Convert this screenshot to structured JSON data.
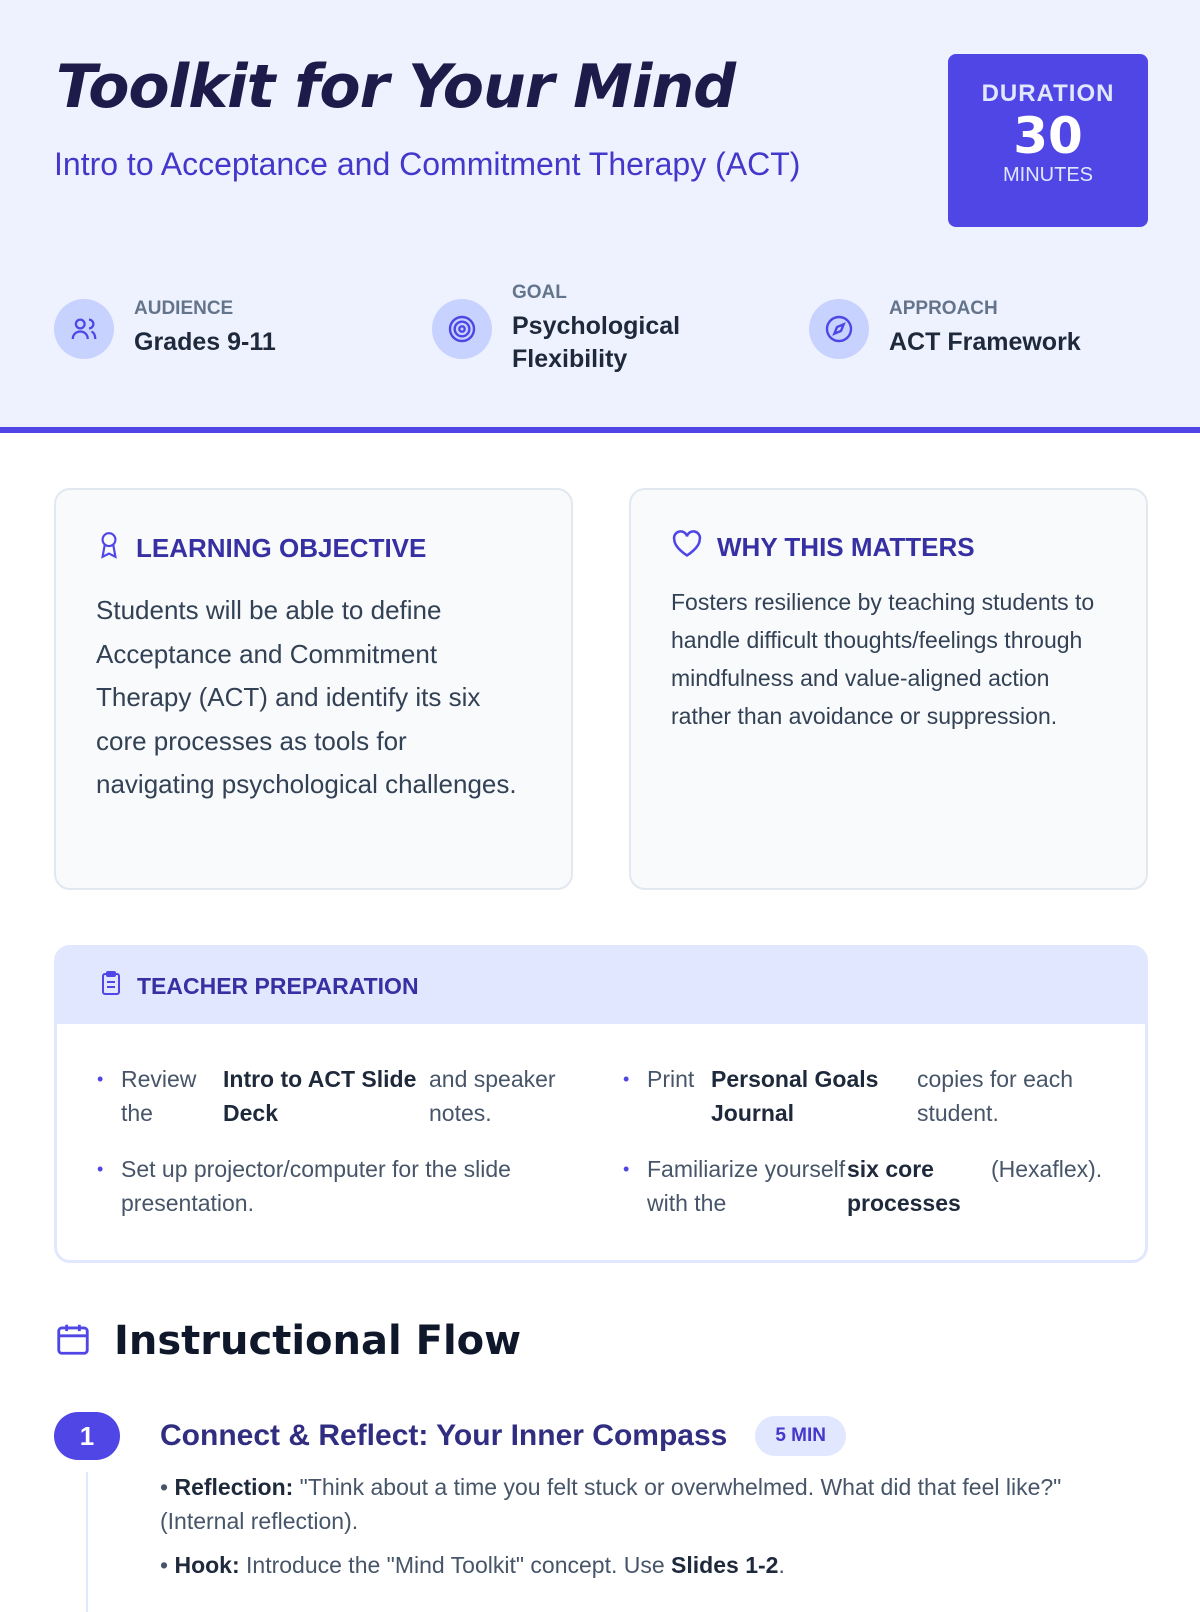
{
  "header": {
    "title": "Toolkit for Your Mind",
    "subtitle": "Intro to Acceptance and Commitment Therapy (ACT)",
    "duration": {
      "label": "DURATION",
      "value": "30",
      "unit": "MINUTES"
    },
    "meta": [
      {
        "icon": "users-icon",
        "label": "AUDIENCE",
        "value": "Grades 9-11"
      },
      {
        "icon": "target-icon",
        "label": "GOAL",
        "value": "Psychological Flexibility"
      },
      {
        "icon": "compass-icon",
        "label": "APPROACH",
        "value": "ACT Framework"
      }
    ]
  },
  "objective": {
    "icon": "award-icon",
    "title": "LEARNING OBJECTIVE",
    "text": "Students will be able to define Acceptance and Commitment Therapy (ACT) and identify its six core processes as tools for navigating psychological challenges."
  },
  "why": {
    "icon": "heart-icon",
    "title": "WHY THIS MATTERS",
    "text": "Fosters resilience by teaching students to handle difficult thoughts/feelings through mindfulness and value-aligned action rather than avoidance or suppression."
  },
  "prep": {
    "icon": "clipboard-icon",
    "title": "TEACHER PREPARATION",
    "items": [
      {
        "pre": "Review the",
        "bold": "Intro to ACT Slide Deck",
        "post": "and speaker notes."
      },
      {
        "pre": "Print",
        "bold": "Personal Goals Journal",
        "post": "copies for each student."
      },
      {
        "pre": "Set up projector/computer for the slide presentation.",
        "bold": "",
        "post": ""
      },
      {
        "pre": "Familiarize yourself with the",
        "bold": "six core processes",
        "post": "(Hexaflex)."
      }
    ]
  },
  "flow": {
    "icon": "calendar-icon",
    "title": "Instructional Flow",
    "steps": [
      {
        "num": "1",
        "title": "Connect & Reflect: Your Inner Compass",
        "badge": "5 MIN",
        "b1_label": "Reflection:",
        "b1_text": " \"Think about a time you felt stuck or overwhelmed. What did that feel like?\" (Internal reflection).",
        "b2_label": "Hook:",
        "b2_text": " Introduce the \"Mind Toolkit\" concept. Use ",
        "b2_bold": "Slides 1-2",
        "b2_end": "."
      }
    ]
  },
  "colors": {
    "accent": "#4f46e5",
    "headerBg": "#eef2ff",
    "title": "#1e1b4b"
  }
}
